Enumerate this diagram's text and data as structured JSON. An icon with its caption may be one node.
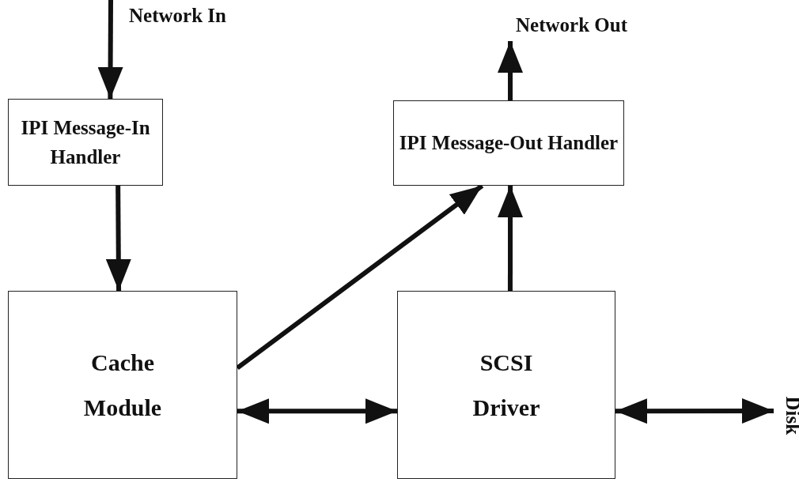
{
  "diagram": {
    "nodes": [
      {
        "text": [
          "Network In"
        ]
      },
      {
        "text": [
          "Network Out"
        ]
      },
      {
        "text": [
          "IPI Message-In Handler"
        ]
      },
      {
        "text": [
          "IPI Message-Out Handler"
        ]
      },
      {
        "text": [
          "Cache Module"
        ]
      },
      {
        "text": [
          "SCSI Driver"
        ]
      },
      {
        "text": [
          "Disk"
        ]
      }
    ],
    "edges": [
      {
        "from": 0,
        "to": 2,
        "arrow": "to"
      },
      {
        "from": 2,
        "to": 4,
        "arrow": "to"
      },
      {
        "from": 4,
        "to": 3,
        "arrow": "to"
      },
      {
        "from": 5,
        "to": 3,
        "arrow": "to"
      },
      {
        "from": 3,
        "to": 1,
        "arrow": "to"
      },
      {
        "from": 4,
        "to": 5,
        "arrow": "both"
      },
      {
        "from": 5,
        "to": 6,
        "arrow": "both"
      }
    ]
  }
}
